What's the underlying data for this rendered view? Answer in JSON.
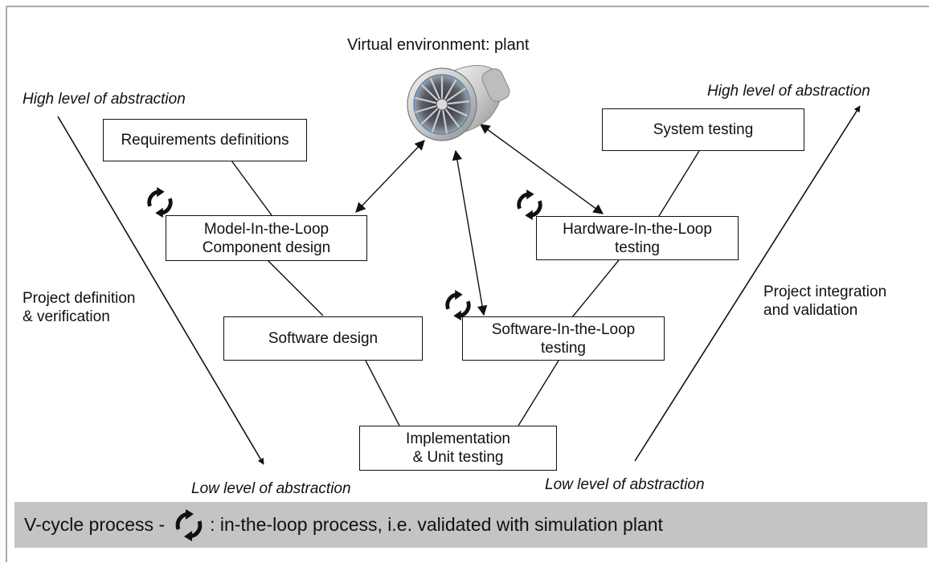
{
  "title": "Virtual environment: plant",
  "abstraction": {
    "top_left": "High level of abstraction",
    "top_right": "High level of abstraction",
    "bottom_left": "Low level of abstraction",
    "bottom_right": "Low level of abstraction"
  },
  "side_labels": {
    "left": "Project definition\n& verification",
    "right": "Project integration\nand validation"
  },
  "boxes": {
    "requirements": "Requirements definitions",
    "mil": "Model-In-the-Loop\nComponent design",
    "software_design": "Software design",
    "implementation": "Implementation\n& Unit testing",
    "sil": "Software-In-the-Loop\ntesting",
    "hil": "Hardware-In-the-Loop\ntesting",
    "system_testing": "System testing"
  },
  "caption": {
    "prefix": "V-cycle process -",
    "suffix": ": in-the-loop process, i.e. validated with simulation plant"
  },
  "icons": {
    "plant": "jet-engine-icon",
    "cycle": "cycle-arrows-icon"
  }
}
